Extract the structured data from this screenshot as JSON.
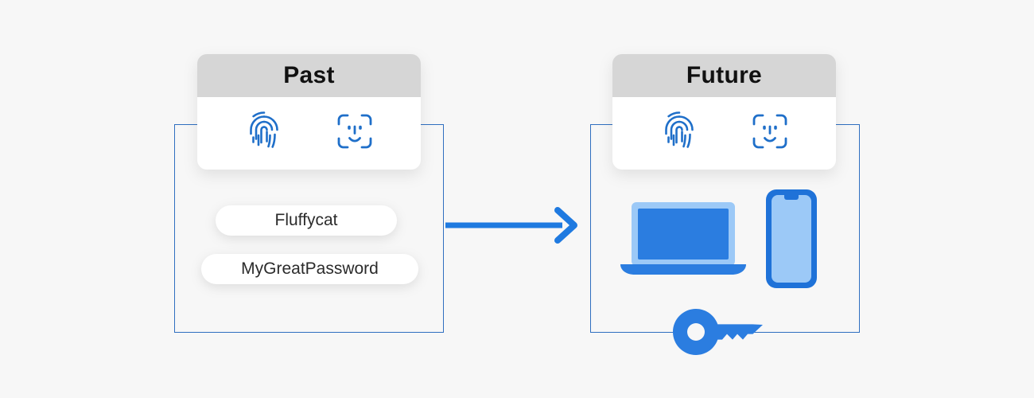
{
  "diagram": {
    "background_color": "#f7f7f7",
    "accent_color": "#1f7ae0",
    "frame_border_color": "#2f6fc0",
    "panel_header_bg": "#d6d6d6",
    "panel_body_bg": "#ffffff"
  },
  "panels": [
    {
      "id": "past",
      "title": "Past",
      "biometric_icons": [
        "fingerprint-icon",
        "face-id-icon"
      ],
      "credentials": [
        "Fluffycat",
        "MyGreatPassword"
      ]
    },
    {
      "id": "future",
      "title": "Future",
      "biometric_icons": [
        "fingerprint-icon",
        "face-id-icon"
      ],
      "devices": [
        "laptop-icon",
        "smartphone-icon",
        "key-icon"
      ]
    }
  ],
  "arrow": {
    "name": "transition-arrow",
    "direction": "right",
    "color": "#1f7ae0"
  },
  "device_colors": {
    "laptop_bezel": "#9cc9f7",
    "laptop_screen": "#2b7de0",
    "laptop_base": "#2b7de0",
    "phone_frame": "#1f72d8",
    "phone_screen": "#9cc9f7",
    "key": "#2b7de0"
  }
}
